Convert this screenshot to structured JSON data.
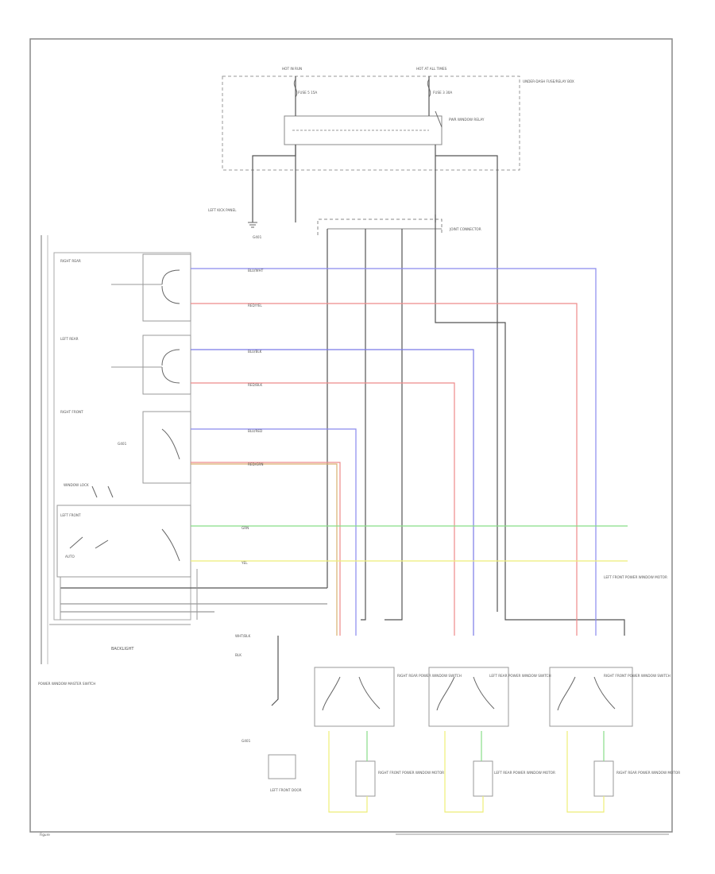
{
  "diagram": {
    "fuse_block": {
      "hot_left": "HOT IN RUN",
      "hot_right": "HOT AT ALL TIMES",
      "fuse_left": "FUSE 5 15A",
      "fuse_right": "FUSE 3 30A",
      "relay": "PWR WINDOW RELAY",
      "label": "UNDER-DASH FUSE/RELAY BOX"
    },
    "ground_left": "G401",
    "ground_label": "LEFT KICK PANEL",
    "junction_label": "JOINT CONNECTOR",
    "master_switch": {
      "label": "POWER WINDOW MASTER SWITCH",
      "sections": [
        "RIGHT REAR",
        "LEFT REAR",
        "RIGHT FRONT",
        "LEFT FRONT"
      ],
      "lock_label": "WINDOW LOCK",
      "auto_label": "AUTO",
      "ground": "G401",
      "backlight": "BACKLIGHT"
    },
    "wire_colors": [
      "BLU/WHT",
      "RED/YEL",
      "BLU/BLK",
      "RED/BLK",
      "BLU/RED",
      "RED/GRN",
      "GRN",
      "YEL",
      "WHT/BLK",
      "BLK"
    ],
    "door_switches": [
      "RIGHT REAR POWER WINDOW SWITCH",
      "LEFT REAR POWER WINDOW SWITCH",
      "RIGHT FRONT POWER WINDOW SWITCH"
    ],
    "motors": [
      "RIGHT FRONT POWER WINDOW MOTOR",
      "LEFT REAR POWER WINDOW MOTOR",
      "RIGHT REAR POWER WINDOW MOTOR"
    ],
    "left_front_motor": "LEFT FRONT POWER WINDOW MOTOR",
    "bottom_ground": "G401",
    "bottom_ground_label": "LEFT FRONT DOOR",
    "footer": "Figure"
  }
}
